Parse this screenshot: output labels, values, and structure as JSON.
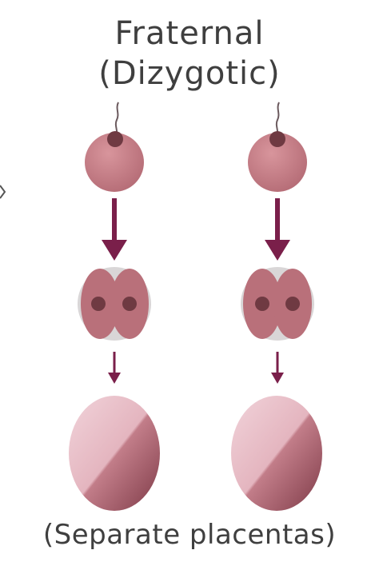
{
  "diagram": {
    "title_line1": "Fraternal",
    "title_line2": "(Dizygotic)",
    "caption": "(Separate placentas)",
    "stages": [
      "fertilized-egg",
      "two-cell-embryo",
      "placenta"
    ],
    "columns": 2,
    "colors": {
      "egg": "#c97f87",
      "egg_dark": "#a85f69",
      "nucleus": "#6f3a42",
      "arrow": "#7a1f4a",
      "cell_shell": "#d9d6d7",
      "cell": "#b9707a",
      "placenta_light": "#ecc7cf",
      "placenta_dark": "#8c4a56",
      "text": "#3f3f3f"
    }
  }
}
